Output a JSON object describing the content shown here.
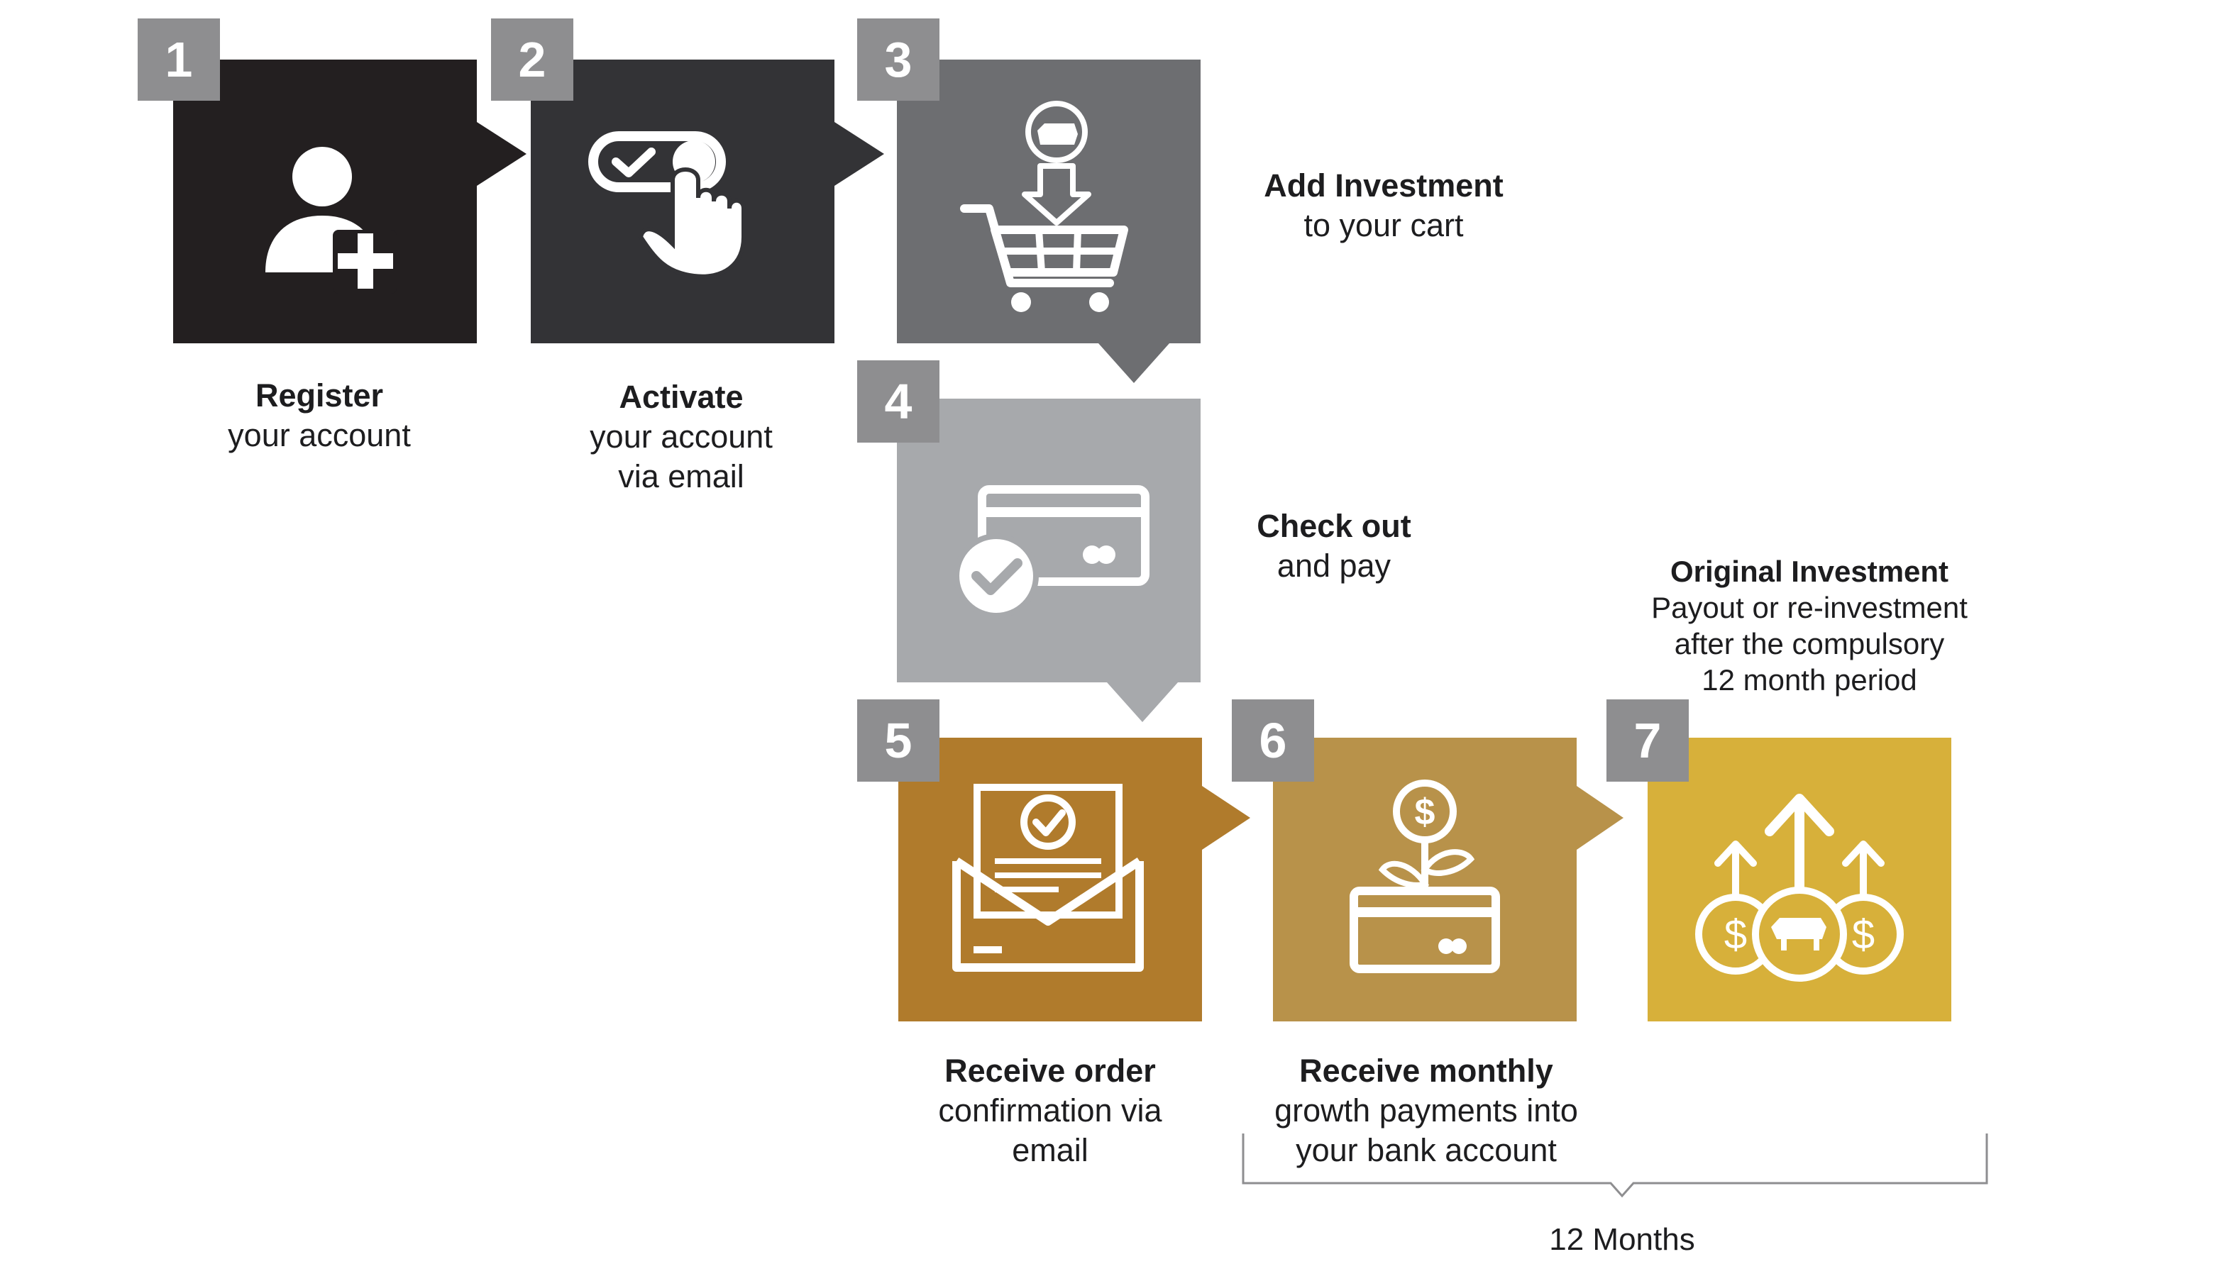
{
  "steps": [
    {
      "number": "1",
      "title": "Register",
      "lines": [
        "your account"
      ],
      "color": "#231f20",
      "icon": "user-add-icon"
    },
    {
      "number": "2",
      "title": "Activate",
      "lines": [
        "your account",
        "via email"
      ],
      "color": "#333336",
      "icon": "toggle-tap-icon"
    },
    {
      "number": "3",
      "title": "Add Investment",
      "lines": [
        "to your cart"
      ],
      "color": "#6d6e71",
      "icon": "shopping-cart-icon"
    },
    {
      "number": "4",
      "title": "Check out",
      "lines": [
        "and pay"
      ],
      "color": "#a7a9ac",
      "icon": "credit-card-check-icon"
    },
    {
      "number": "5",
      "title": "Receive order",
      "lines": [
        "confirmation via",
        "email"
      ],
      "color": "#b07b2c",
      "icon": "email-confirmation-icon"
    },
    {
      "number": "6",
      "title": "Receive monthly",
      "lines": [
        "growth payments into",
        "your bank account"
      ],
      "color": "#b8924a",
      "icon": "money-plant-icon"
    },
    {
      "number": "7",
      "title": "Original Investment",
      "lines": [
        "Payout or re-investment",
        "after the compulsory",
        "12 month period"
      ],
      "color": "#d7b03a",
      "icon": "growth-coins-icon"
    }
  ],
  "period": {
    "label": "12 Months"
  },
  "colors": {
    "badge": "#8e8e90",
    "icon": "#ffffff"
  }
}
